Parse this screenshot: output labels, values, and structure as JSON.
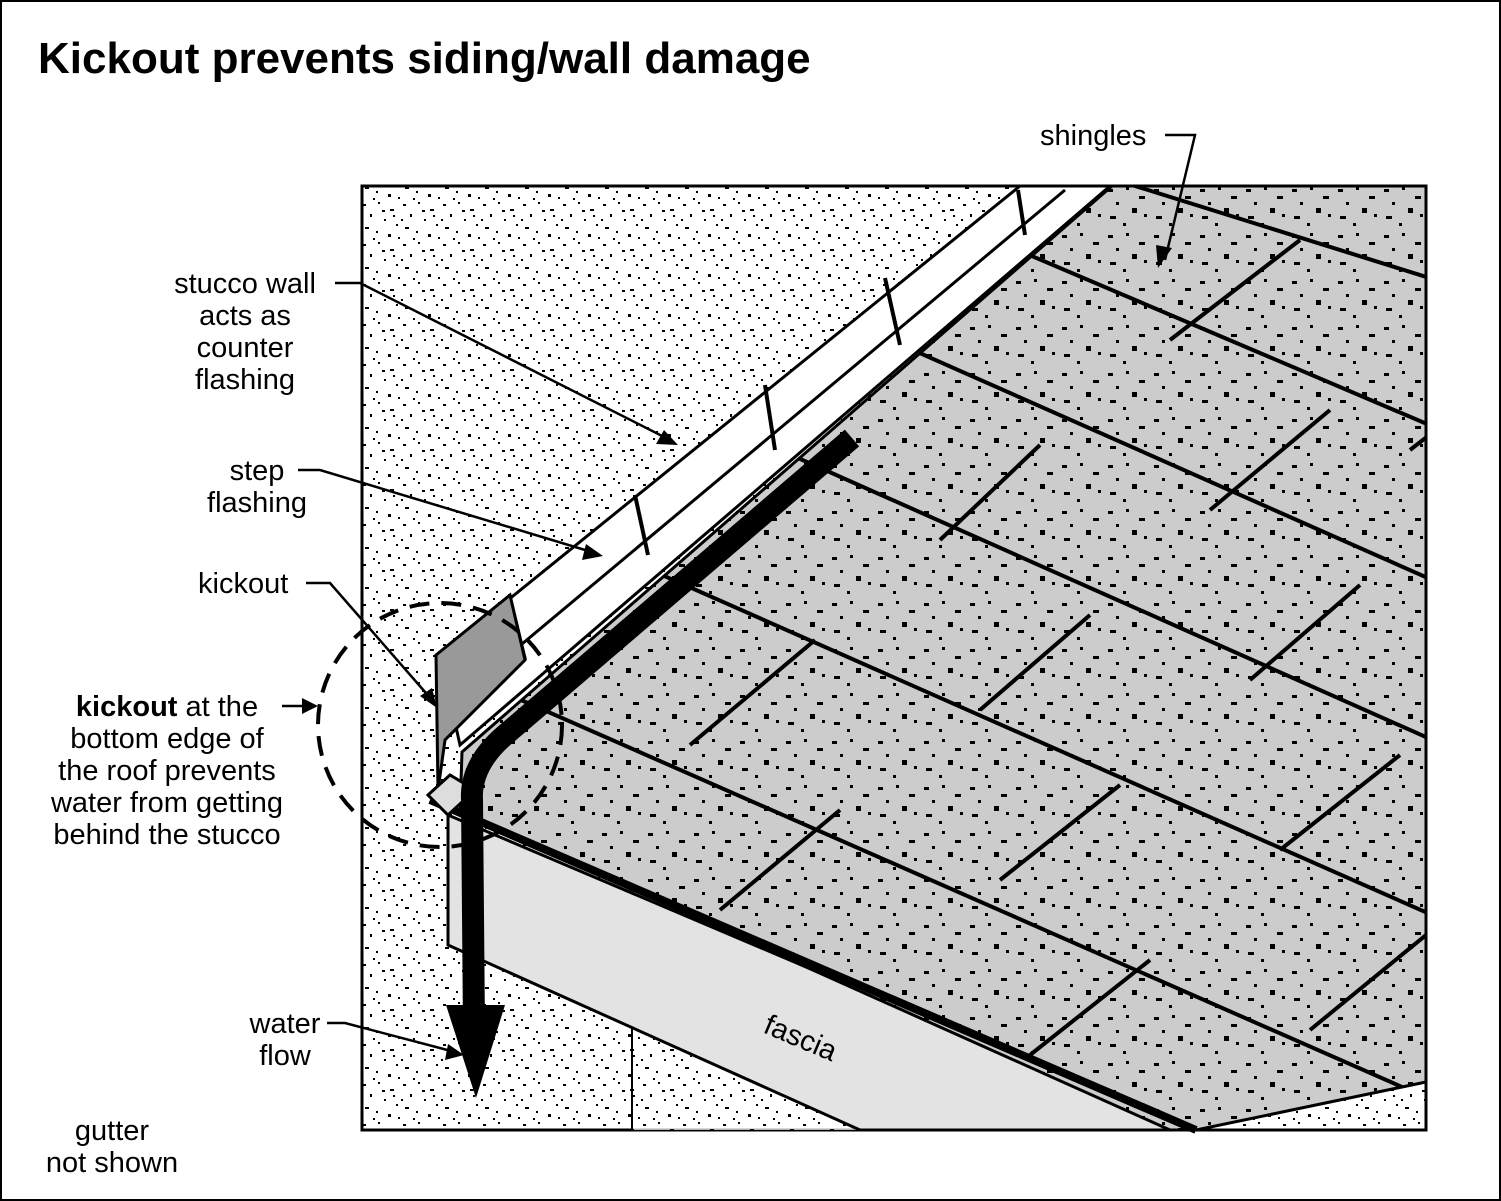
{
  "title": "Kickout prevents siding/wall damage",
  "labels": {
    "shingles": "shingles",
    "stucco_wall": [
      "stucco wall",
      "acts as",
      "counter",
      "flashing"
    ],
    "step_flashing": [
      "step",
      "flashing"
    ],
    "kickout": "kickout",
    "kickout_note": {
      "bold": "kickout",
      "line1_rest": " at the",
      "lines": [
        "bottom edge of",
        "the roof prevents",
        "water from getting",
        "behind the stucco"
      ]
    },
    "water_flow": [
      "water",
      "flow"
    ],
    "gutter": [
      "gutter",
      "not shown"
    ],
    "fascia": "fascia"
  },
  "colors": {
    "stucco": "#ffffff",
    "shingle": "#cccccc",
    "fascia": "#e3e3e3",
    "kickout": "#999999",
    "ink": "#000000"
  }
}
